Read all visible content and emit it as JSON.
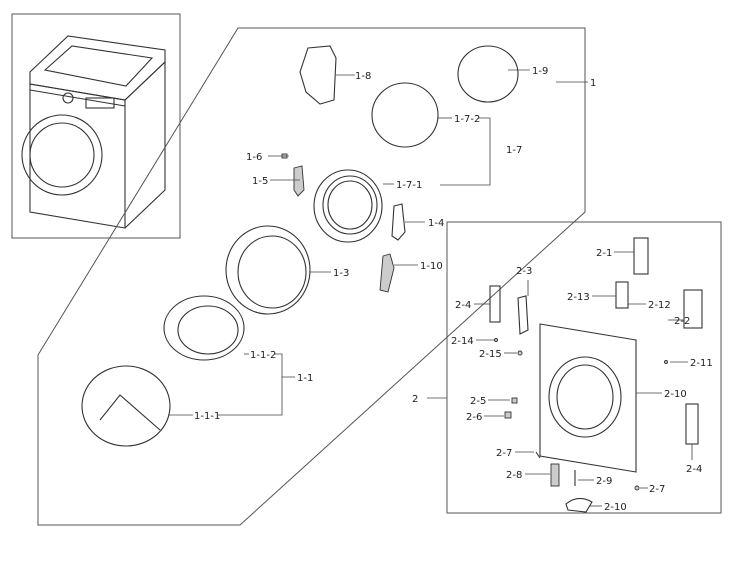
{
  "labels": {
    "l1": "1",
    "l1_1": "1-1",
    "l1_1_1": "1-1-1",
    "l1_1_2": "1-1-2",
    "l1_3": "1-3",
    "l1_4": "1-4",
    "l1_5": "1-5",
    "l1_6": "1-6",
    "l1_7": "1-7",
    "l1_7_1": "1-7-1",
    "l1_7_2": "1-7-2",
    "l1_8": "1-8",
    "l1_9": "1-9",
    "l1_10": "1-10",
    "l2": "2",
    "l2_1": "2-1",
    "l2_2": "2-2",
    "l2_3": "2-3",
    "l2_4a": "2-4",
    "l2_4b": "2-4",
    "l2_5": "2-5",
    "l2_6": "2-6",
    "l2_7a": "2-7",
    "l2_7b": "2-7",
    "l2_8": "2-8",
    "l2_9": "2-9",
    "l2_10a": "2-10",
    "l2_10b": "2-10",
    "l2_11": "2-11",
    "l2_12": "2-12",
    "l2_13": "2-13",
    "l2_14": "2-14",
    "l2_15": "2-15"
  }
}
